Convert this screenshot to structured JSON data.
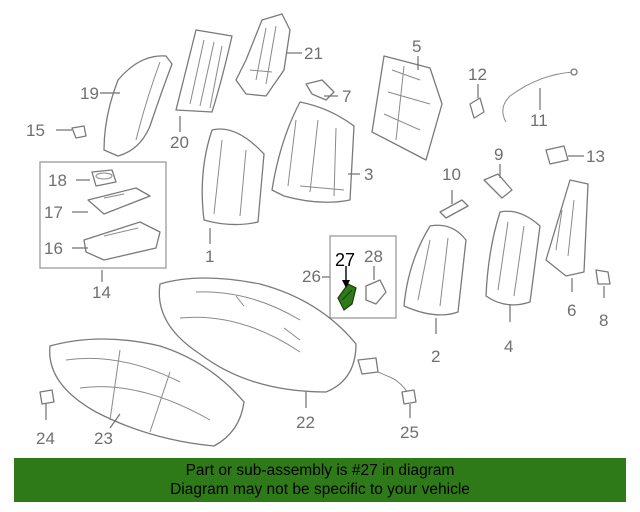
{
  "colors": {
    "banner": "#2f7a18",
    "highlight_part": "#2f7a18",
    "lines": "#7a7a7a",
    "highlight_label": "#000000"
  },
  "callouts": {
    "c1": "1",
    "c2": "2",
    "c3": "3",
    "c4": "4",
    "c5": "5",
    "c6": "6",
    "c7": "7",
    "c8": "8",
    "c9": "9",
    "c10": "10",
    "c11": "11",
    "c12": "12",
    "c13": "13",
    "c14": "14",
    "c15": "15",
    "c16": "16",
    "c17": "17",
    "c18": "18",
    "c19": "19",
    "c20": "20",
    "c21": "21",
    "c22": "22",
    "c23": "23",
    "c24": "24",
    "c25": "25",
    "c26": "26",
    "c27": "27",
    "c28": "28"
  },
  "highlighted_part": "27",
  "banner": {
    "line1": "Part or sub-assembly is #27 in diagram",
    "line2": "Diagram may not be specific to your vehicle"
  }
}
